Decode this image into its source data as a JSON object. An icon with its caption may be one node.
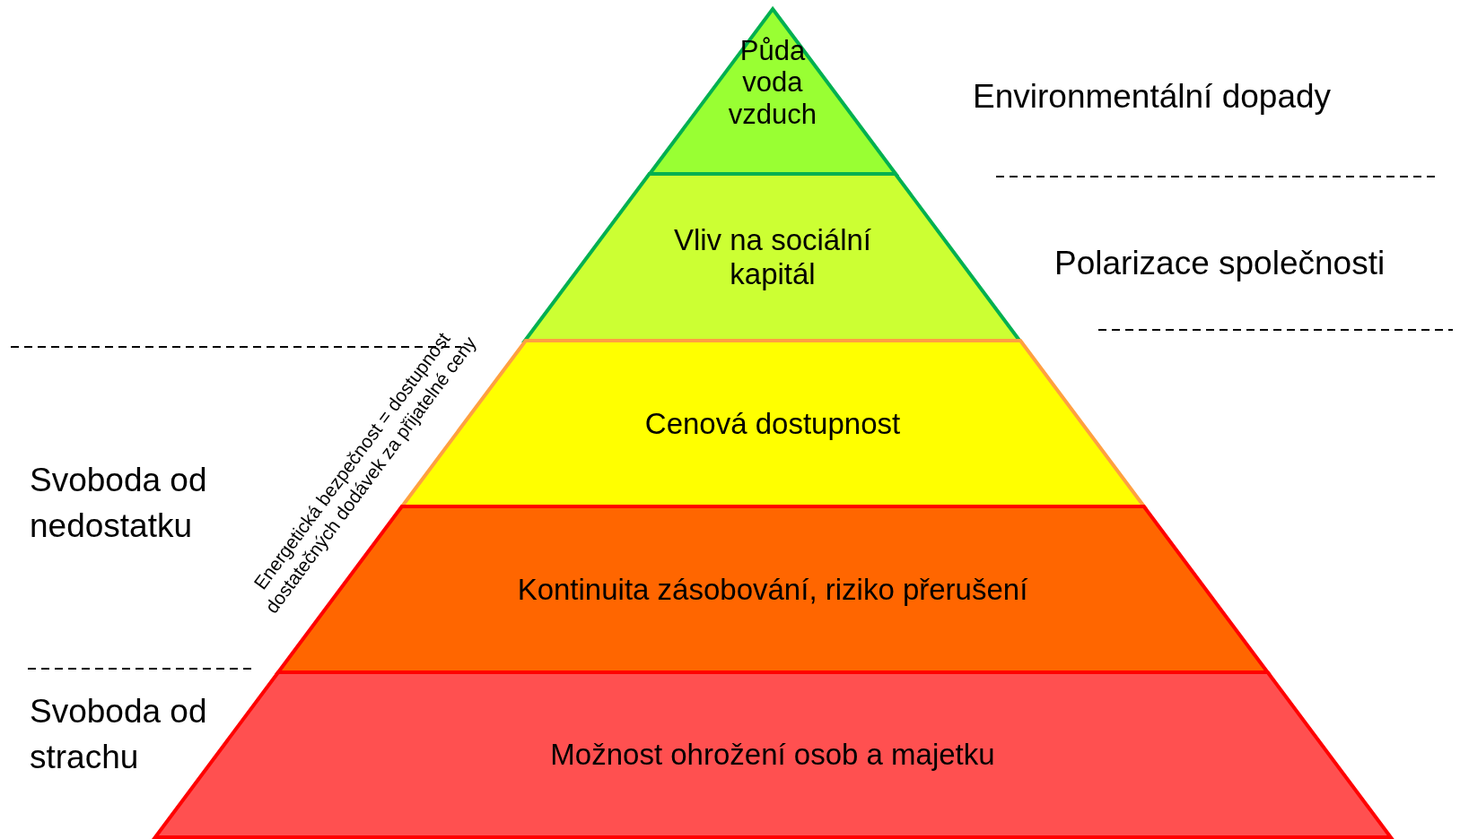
{
  "diagram": {
    "nodes": [
      {
        "text": [
          "Půda voda vzduch"
        ]
      },
      {
        "text": [
          "Vliv na sociální kapitál"
        ]
      },
      {
        "text": [
          "Cenová dostupnost"
        ]
      },
      {
        "text": [
          "Kontinuita zásobování, riziko přerušení"
        ]
      },
      {
        "text": [
          "Možnost ohrožení osob a majetku"
        ]
      }
    ],
    "edges": [],
    "labels": [
      "Environmentální dopady",
      "Polarizace společnosti",
      "Energetická bezpečnost = dostupnost dostatečných dodávek za přijatelné ceny",
      "Svoboda od nedostatku",
      "Svoboda od strachu"
    ]
  }
}
